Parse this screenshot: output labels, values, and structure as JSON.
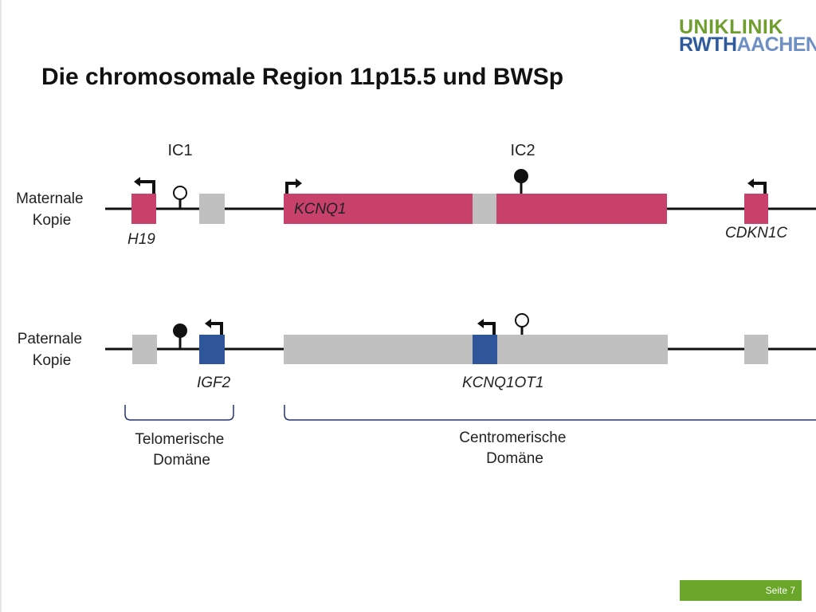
{
  "slide": {
    "title": "Die chromosomale Region 11p15.5 und BWSp",
    "footer": "Seite 7"
  },
  "logo": {
    "line1": "UNIKLINIK",
    "line2_a": "RWTH",
    "line2_b": "AACHEN"
  },
  "diagram": {
    "control_regions": [
      "IC1",
      "IC2"
    ],
    "maternal_label": [
      "Maternale",
      "Kopie"
    ],
    "paternal_label": [
      "Paternale",
      "Kopie"
    ],
    "genes": {
      "h19": "H19",
      "kcnq1": "KCNQ1",
      "cdkn1c": "CDKN1C",
      "igf2": "IGF2",
      "kcnq1ot1": "KCNQ1OT1"
    },
    "domains": {
      "telomeric": [
        "Telomerische",
        "Domäne"
      ],
      "centromeric": [
        "Centromerische",
        "Domäne"
      ]
    },
    "colors": {
      "maternal_expressed": "#c8406c",
      "paternal_expressed": "#2f569a",
      "silent": "#c0c0c0",
      "bracket": "#23326b",
      "chromosome": "#111111"
    }
  }
}
